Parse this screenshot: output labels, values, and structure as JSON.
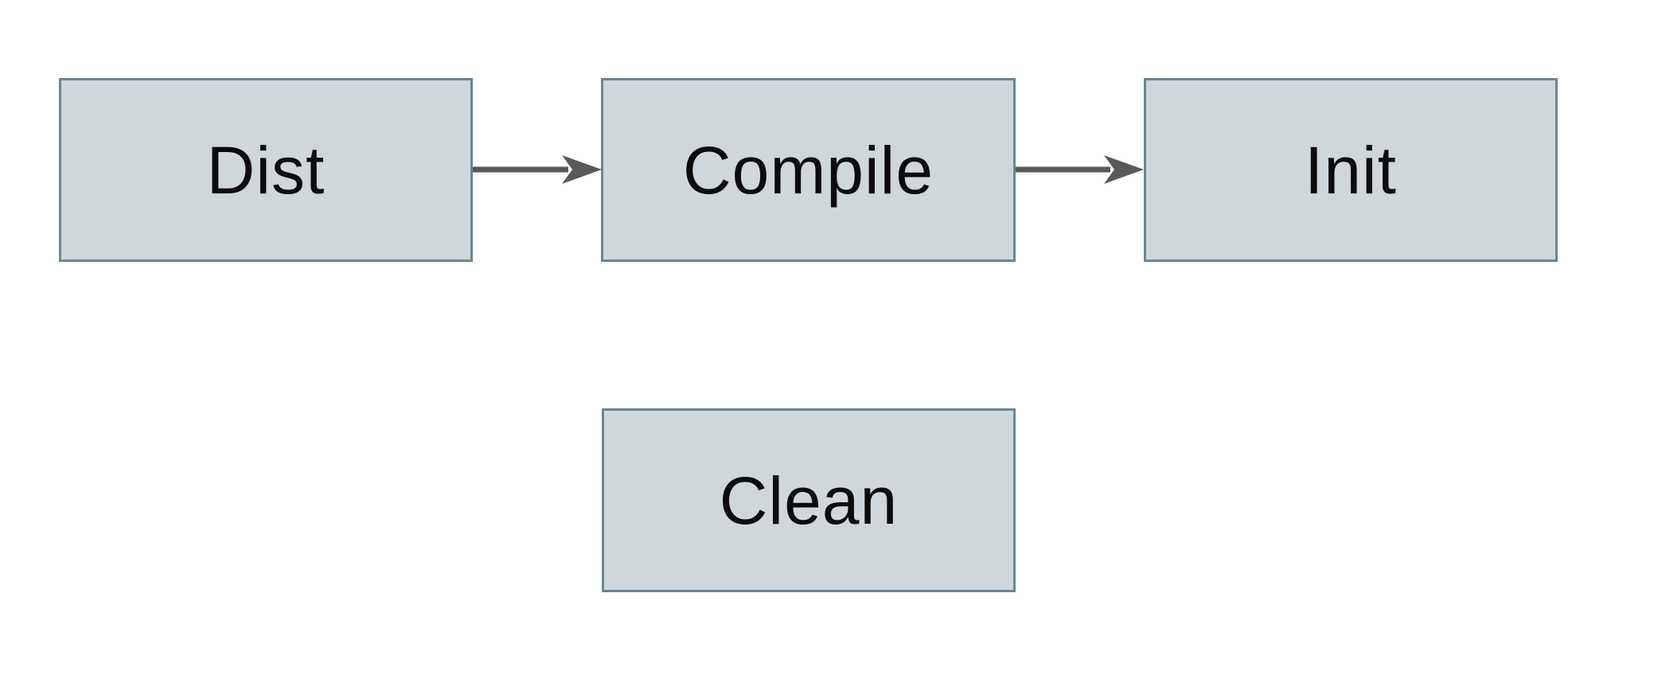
{
  "diagram": {
    "title": "",
    "type": "flowchart",
    "nodes": [
      {
        "id": "dist",
        "label": "Dist"
      },
      {
        "id": "compile",
        "label": "Compile"
      },
      {
        "id": "init",
        "label": "Init"
      },
      {
        "id": "clean",
        "label": "Clean"
      }
    ],
    "edges": [
      {
        "from": "Dist",
        "to": "Compile",
        "direction": "right"
      },
      {
        "from": "Compile",
        "to": "Init",
        "direction": "right"
      }
    ],
    "colors": {
      "node_fill": "#cfd7da",
      "node_border": "#6d8594",
      "arrow": "#595959",
      "label_text": "#0c0c0c",
      "background": "#ffffff"
    }
  }
}
